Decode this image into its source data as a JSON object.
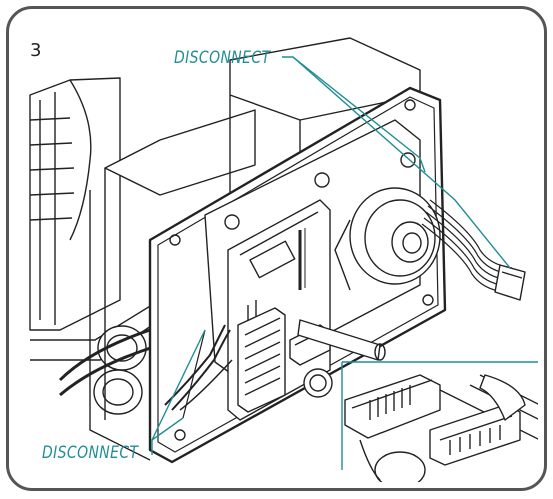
{
  "step": {
    "number": "3"
  },
  "callouts": {
    "top_label": "DISCONNECT",
    "bottom_label": "DISCONNECT"
  },
  "colors": {
    "frame_border": "#555555",
    "callout_text": "#1f8e96",
    "leader_line": "#1f8e96",
    "line_art": "#222222"
  }
}
